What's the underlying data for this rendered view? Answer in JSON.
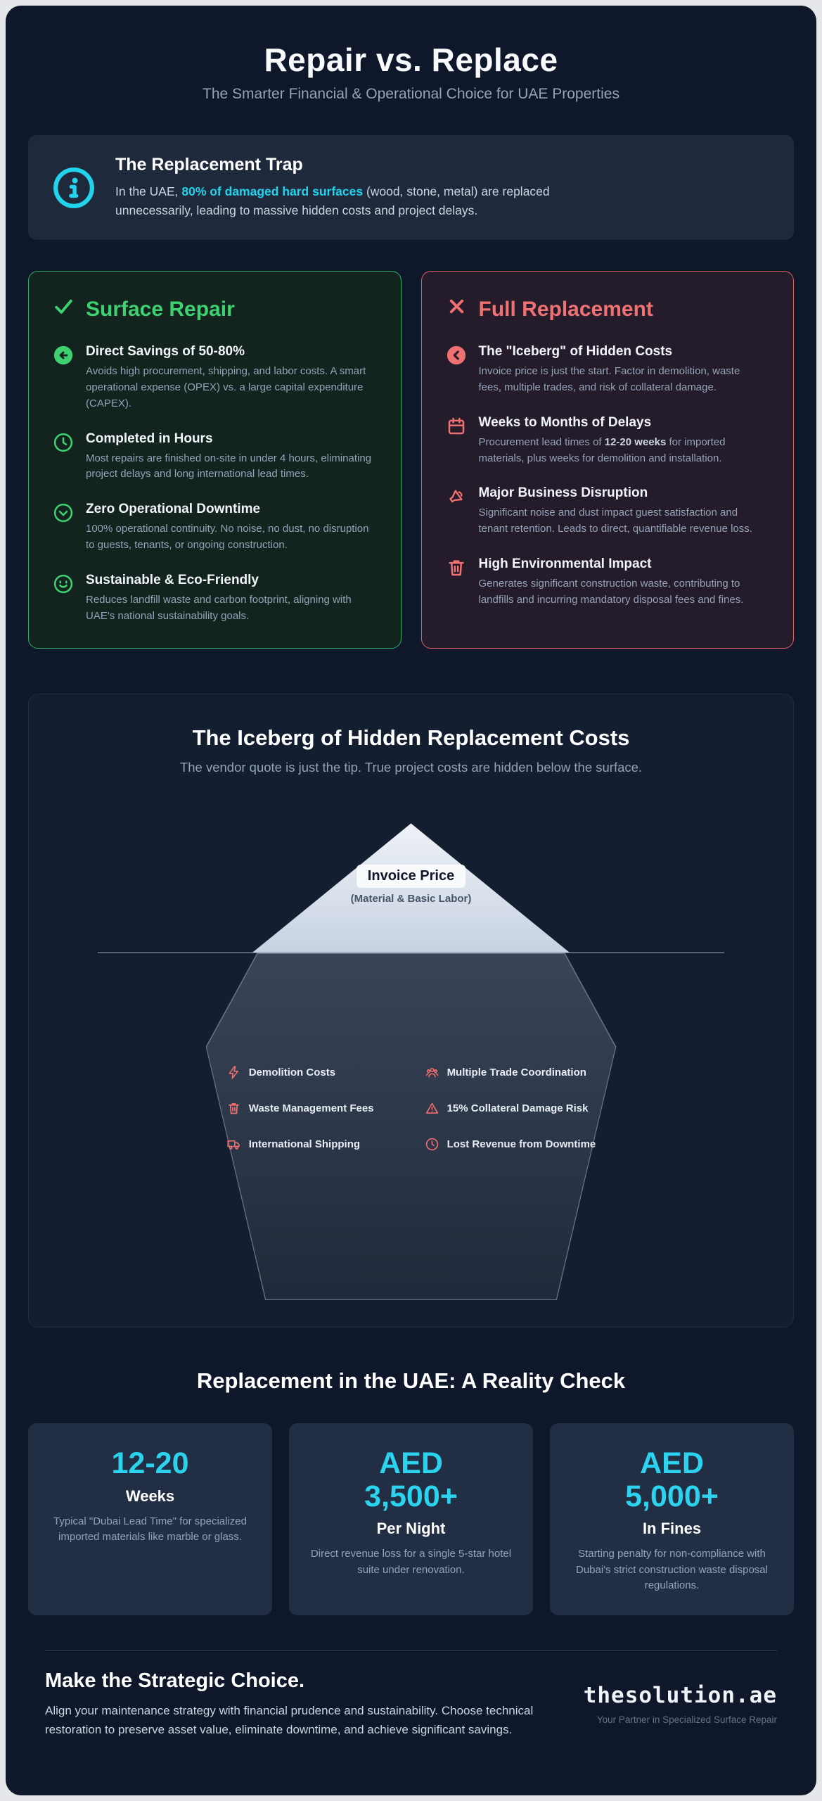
{
  "header": {
    "title": "Repair vs. Replace",
    "subtitle": "The Smarter Financial & Operational Choice for UAE Properties"
  },
  "alert": {
    "icon": "info-icon",
    "title": "The Replacement Trap",
    "body_prefix": "In the UAE, ",
    "body_highlight": "80% of damaged hard surfaces",
    "body_suffix": " (wood, stone, metal) are replaced unnecessarily, leading to massive hidden costs and project delays."
  },
  "compare": {
    "repair": {
      "title": "Surface Repair",
      "title_icon": "check-icon",
      "items": [
        {
          "icon": "savings-icon",
          "title": "Direct Savings of 50-80%",
          "body": "Avoids high procurement, shipping, and labor costs. A smart operational expense (OPEX) vs. a large capital expenditure (CAPEX)."
        },
        {
          "icon": "clock-icon",
          "title": "Completed in Hours",
          "body": "Most repairs are finished on-site in under 4 hours, eliminating project delays and long international lead times."
        },
        {
          "icon": "check-circle-icon",
          "title": "Zero Operational Downtime",
          "body": "100% operational continuity. No noise, no dust, no disruption to guests, tenants, or ongoing construction."
        },
        {
          "icon": "smiley-icon",
          "title": "Sustainable & Eco-Friendly",
          "body": "Reduces landfill waste and carbon footprint, aligning with UAE's national sustainability goals."
        }
      ]
    },
    "replace": {
      "title": "Full Replacement",
      "title_icon": "x-icon",
      "items": [
        {
          "icon": "hidden-costs-icon",
          "title": "The \"Iceberg\" of Hidden Costs",
          "body": "Invoice price is just the start. Factor in demolition, waste fees, multiple trades, and risk of collateral damage."
        },
        {
          "icon": "calendar-icon",
          "title": "Weeks to Months of Delays",
          "body_prefix": "Procurement lead times of ",
          "body_bold": "12-20 weeks",
          "body_suffix": " for imported materials, plus weeks for demolition and installation."
        },
        {
          "icon": "megaphone-icon",
          "title": "Major Business Disruption",
          "body": "Significant noise and dust impact guest satisfaction and tenant retention. Leads to direct, quantifiable revenue loss."
        },
        {
          "icon": "trash-icon",
          "title": "High Environmental Impact",
          "body": "Generates significant construction waste, contributing to landfills and incurring mandatory disposal fees and fines."
        }
      ]
    }
  },
  "iceberg": {
    "title": "The Iceberg of Hidden Replacement Costs",
    "subtitle": "The vendor quote is just the tip. True project costs are hidden below the surface.",
    "tip_label": "Invoice Price",
    "tip_sublabel": "(Material & Basic Labor)",
    "hidden_left": [
      {
        "icon": "lightning-icon",
        "label": "Demolition Costs"
      },
      {
        "icon": "trash-icon",
        "label": "Waste Management Fees"
      },
      {
        "icon": "truck-icon",
        "label": "International Shipping"
      }
    ],
    "hidden_right": [
      {
        "icon": "users-icon",
        "label": "Multiple Trade Coordination"
      },
      {
        "icon": "warning-icon",
        "label": "15% Collateral Damage Risk"
      },
      {
        "icon": "clock-icon",
        "label": "Lost Revenue from Downtime"
      }
    ]
  },
  "reality": {
    "title": "Replacement in the UAE: A Reality Check",
    "stats": [
      {
        "value": "12-20",
        "label": "Weeks",
        "desc": "Typical \"Dubai Lead Time\" for specialized imported materials like marble or glass."
      },
      {
        "value": "AED 3,500+",
        "label": "Per Night",
        "desc": "Direct revenue loss for a single 5-star hotel suite under renovation."
      },
      {
        "value": "AED 5,000+",
        "label": "In Fines",
        "desc": "Starting penalty for non-compliance with Dubai's strict construction waste disposal regulations."
      }
    ]
  },
  "footer": {
    "heading": "Make the Strategic Choice.",
    "body": "Align your maintenance strategy with financial prudence and sustainability. Choose technical restoration to preserve asset value, eliminate downtime, and achieve significant savings.",
    "brand": "thesolution.ae",
    "tagline": "Your Partner in Specialized Surface Repair"
  },
  "colors": {
    "accent_cyan": "#22d3ee",
    "green": "#4ade80",
    "red": "#f87171",
    "background": "#0f172a"
  }
}
